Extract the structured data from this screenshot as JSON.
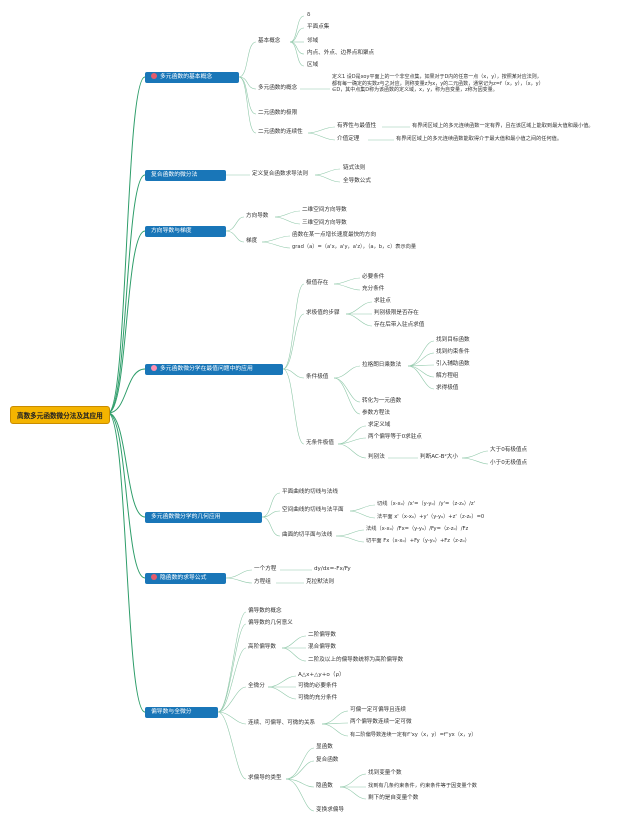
{
  "root": "高数多元函数微分法及其应用",
  "branches": {
    "b1": {
      "label": "多元函数的基本概念",
      "icon": "pin-icon",
      "basic": "基本概念",
      "basic_items": [
        "δ",
        "平面点集",
        "邻域",
        "内点、外点、边界点和聚点",
        "区域"
      ],
      "concept": "多元函数的概念",
      "concept_text": "定义1 设D是xoy平面上的一个非空点集，如果对于D内的任意一点（x，y），按照某对应法则，都有每一确定的实数z与之对应，则称变量z为x，y的二元函数，通常记为z=f（x，y），（x，y）∈D，其中点集D称为该函数的定义域，x，y，称为自变量，z称为因变量。",
      "limit": "二元函数的极限",
      "cont": "二元函数的连续性",
      "bound": "有界性与最值性",
      "bound_text": "有界闭区域上的多元连续函数一定有界，且在该区域上能取到最大值和最小值。",
      "ivt": "介值定理",
      "ivt_text": "有界闭区域上的多元连续函数能取得介于最大值和最小值之间的任何值。"
    },
    "b2": {
      "label": "复合函数的微分法",
      "def": "定义复合函数求导法则",
      "chain": "链式法则",
      "total": "全导数公式"
    },
    "b3": {
      "label": "方向导数与梯度",
      "dir": "方向导数",
      "d2": "二维空间方向导数",
      "d3": "三维空间方向导数",
      "grad": "梯度",
      "g1": "函数在某一点增长速度最快的方向",
      "g2": "grad（a）=（a'x，a'y，a'z），（a，b，c）表示向量"
    },
    "b4": {
      "label": "多元函数微分学在最值问题中的应用",
      "ext": "极值存在",
      "nec": "必要条件",
      "suf": "充分条件",
      "steps": "求极值的步骤",
      "s1": "求驻点",
      "s2": "判别极限是否存在",
      "s3": "存在后带入驻点求值",
      "cond": "条件极值",
      "lag": "拉格朗日乘数法",
      "l1": "找到目标函数",
      "l2": "找到约束条件",
      "l3": "引入辅助函数",
      "l4": "解方程组",
      "l5": "求得极值",
      "c2": "转化为一元函数",
      "c3": "参数方程法",
      "uncond": "无条件极值",
      "u1": "求定义域",
      "u2": "两个偏导等于0求驻点",
      "u3": "判别法",
      "judge": "判断AC-B²大小",
      "j1": "大于0有极值点",
      "j2": "小于0无极值点"
    },
    "b5": {
      "label": "多元函数微分学的几何应用",
      "p1": "平面曲线的切线与法线",
      "p2": "空间曲线的切线与法平面",
      "t1": "切线（x-x₀）/x'=（y-y₀）/y'=（z-z₀）/z'",
      "t2": "法平面 x'（x-x₀）+y'（y-y₀）+z'（z-z₀）=0",
      "p3": "曲面的切平面与法线",
      "f1": "法线（x-x₀）/Fx=（y-y₀）/Fy=（z-z₀）/Fz",
      "f2": "切平面 Fx（x-x₀）+Fy（y-y₀）+Fz（z-z₀）"
    },
    "b6": {
      "label": "隐函数的求导公式",
      "e1": "一个方程",
      "e1v": "dy/dx=-Fx/Fy",
      "e2": "方程组",
      "e2v": "克拉默法则"
    },
    "b7": {
      "label": "偏导数与全微分",
      "i1": "偏导数的概念",
      "i2": "偏导数的几何意义",
      "high": "高阶偏导数",
      "h1": "二阶偏导数",
      "h2": "混合偏导数",
      "h3": "二阶及以上的偏导数统称为高阶偏导数",
      "full": "全微分",
      "f1": "A△x+△y+o（ρ）",
      "f2": "可微的必要条件",
      "f3": "可微的充分条件",
      "rel": "连续、可偏导、可微的关系",
      "r1": "可偏一定可偏导且连续",
      "r2": "两个偏导数连续一定可微",
      "r3": "有二阶偏导数连续一定有f''xy（x，y）=f''yx（x，y）",
      "type": "求偏导的类型",
      "ty1": "显函数",
      "ty2": "复合函数",
      "ty3": "隐函数",
      "im1": "找到变量个数",
      "im2": "找到有几条约束条件，约束条件等于因变量个数",
      "im3": "剩下的是自变量个数",
      "ty4": "变换求偏导"
    }
  }
}
